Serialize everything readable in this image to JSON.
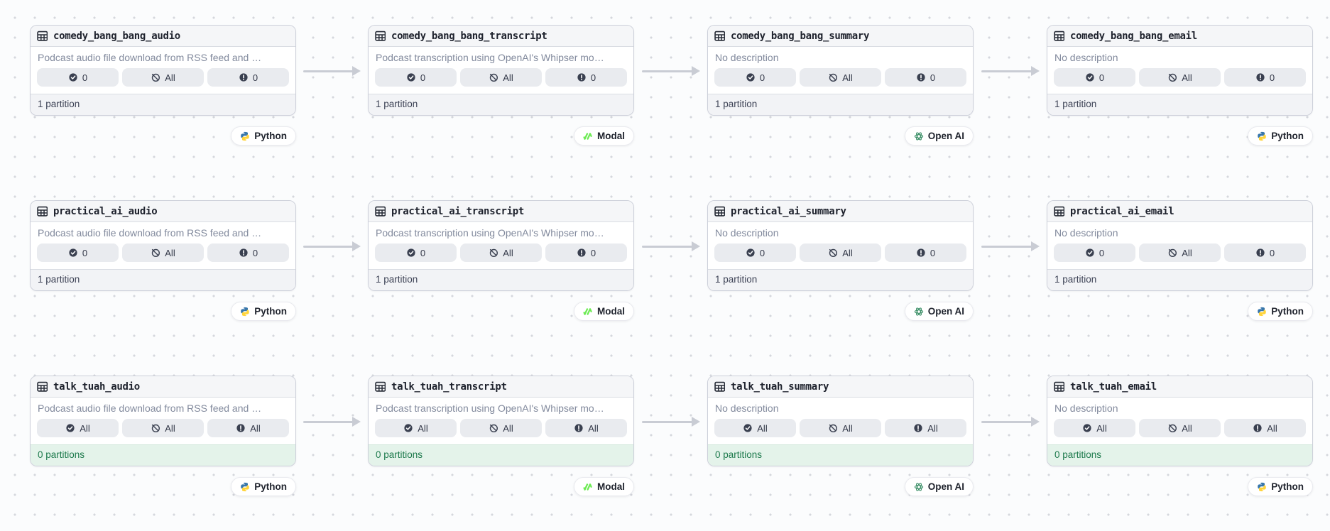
{
  "colors": {
    "canvas_bg": "#FBFCFD",
    "dot_grid": "#D5D7DD",
    "card_border": "#CDD0DA",
    "card_header_bg": "#F5F6F8",
    "badge_bg": "#E9EBEF",
    "footer_bg": "#F2F3F6",
    "footer_empty_bg": "#E4F3EA",
    "footer_empty_text": "#1D7A4C",
    "arrow": "#C9CCD4",
    "python_blue": "#3776AB",
    "python_yellow": "#FFD43B",
    "modal_green": "#6DEB54",
    "openai_green": "#41926B"
  },
  "badge_icon_names": [
    "check-circle-icon",
    "slash-circle-icon",
    "alert-circle-icon"
  ],
  "rows": [
    {
      "cards": [
        {
          "title": "comedy_bang_bang_audio",
          "description": "Podcast audio file download from RSS feed and …",
          "badges": [
            "0",
            "All",
            "0"
          ],
          "footer": "1 partition",
          "footer_state": "partitioned",
          "tag": {
            "label": "Python",
            "icon": "python-icon"
          }
        },
        {
          "title": "comedy_bang_bang_transcript",
          "description": "Podcast transcription using OpenAI's Whipser mo…",
          "badges": [
            "0",
            "All",
            "0"
          ],
          "footer": "1 partition",
          "footer_state": "partitioned",
          "tag": {
            "label": "Modal",
            "icon": "modal-icon"
          }
        },
        {
          "title": "comedy_bang_bang_summary",
          "description": "No description",
          "badges": [
            "0",
            "All",
            "0"
          ],
          "footer": "1 partition",
          "footer_state": "partitioned",
          "tag": {
            "label": "Open AI",
            "icon": "openai-icon"
          }
        },
        {
          "title": "comedy_bang_bang_email",
          "description": "No description",
          "badges": [
            "0",
            "All",
            "0"
          ],
          "footer": "1 partition",
          "footer_state": "partitioned",
          "tag": {
            "label": "Python",
            "icon": "python-icon"
          }
        }
      ]
    },
    {
      "cards": [
        {
          "title": "practical_ai_audio",
          "description": "Podcast audio file download from RSS feed and …",
          "badges": [
            "0",
            "All",
            "0"
          ],
          "footer": "1 partition",
          "footer_state": "partitioned",
          "tag": {
            "label": "Python",
            "icon": "python-icon"
          }
        },
        {
          "title": "practical_ai_transcript",
          "description": "Podcast transcription using OpenAI's Whipser mo…",
          "badges": [
            "0",
            "All",
            "0"
          ],
          "footer": "1 partition",
          "footer_state": "partitioned",
          "tag": {
            "label": "Modal",
            "icon": "modal-icon"
          }
        },
        {
          "title": "practical_ai_summary",
          "description": "No description",
          "badges": [
            "0",
            "All",
            "0"
          ],
          "footer": "1 partition",
          "footer_state": "partitioned",
          "tag": {
            "label": "Open AI",
            "icon": "openai-icon"
          }
        },
        {
          "title": "practical_ai_email",
          "description": "No description",
          "badges": [
            "0",
            "All",
            "0"
          ],
          "footer": "1 partition",
          "footer_state": "partitioned",
          "tag": {
            "label": "Python",
            "icon": "python-icon"
          }
        }
      ]
    },
    {
      "cards": [
        {
          "title": "talk_tuah_audio",
          "description": "Podcast audio file download from RSS feed and …",
          "badges": [
            "All",
            "All",
            "All"
          ],
          "footer": "0 partitions",
          "footer_state": "empty",
          "tag": {
            "label": "Python",
            "icon": "python-icon"
          }
        },
        {
          "title": "talk_tuah_transcript",
          "description": "Podcast transcription using OpenAI's Whipser mo…",
          "badges": [
            "All",
            "All",
            "All"
          ],
          "footer": "0 partitions",
          "footer_state": "empty",
          "tag": {
            "label": "Modal",
            "icon": "modal-icon"
          }
        },
        {
          "title": "talk_tuah_summary",
          "description": "No description",
          "badges": [
            "All",
            "All",
            "All"
          ],
          "footer": "0 partitions",
          "footer_state": "empty",
          "tag": {
            "label": "Open AI",
            "icon": "openai-icon"
          }
        },
        {
          "title": "talk_tuah_email",
          "description": "No description",
          "badges": [
            "All",
            "All",
            "All"
          ],
          "footer": "0 partitions",
          "footer_state": "empty",
          "tag": {
            "label": "Python",
            "icon": "python-icon"
          }
        }
      ]
    }
  ]
}
